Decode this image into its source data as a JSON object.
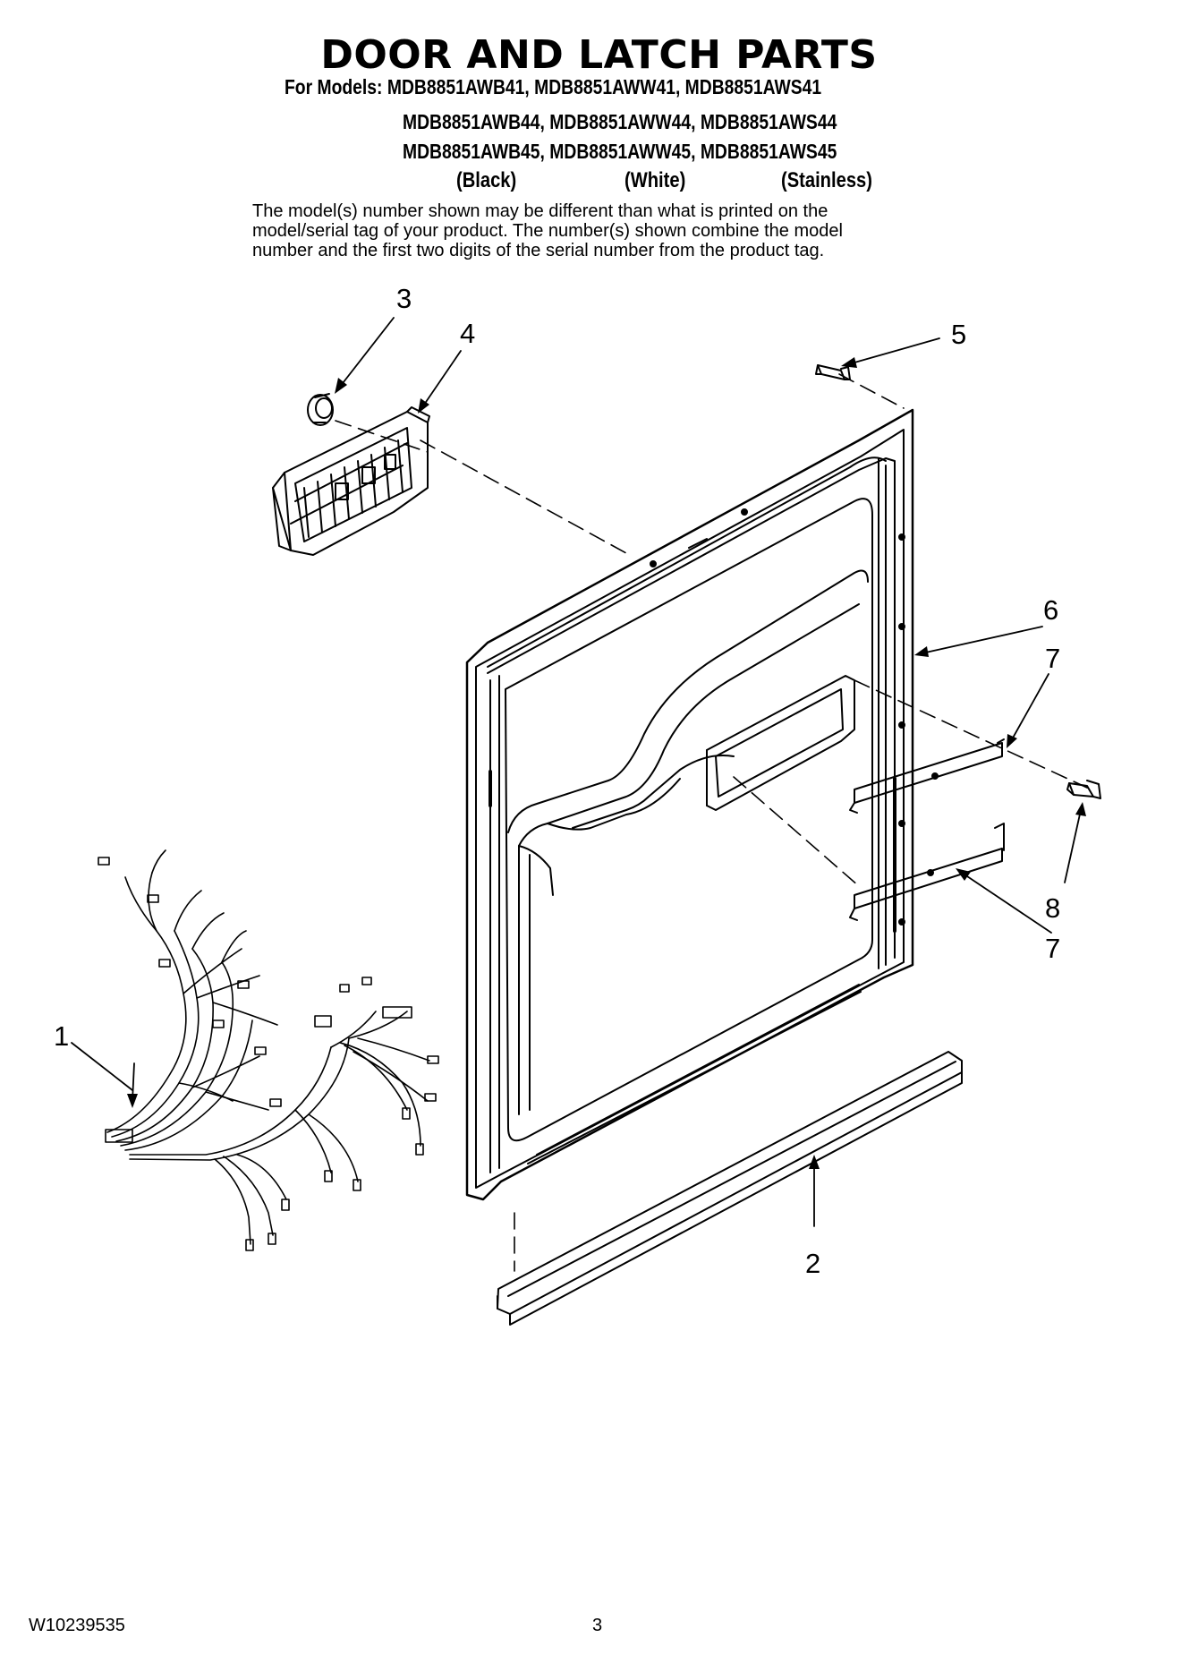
{
  "title": "DOOR AND LATCH PARTS",
  "models": {
    "line1": "For Models: MDB8851AWB41, MDB8851AWW41, MDB8851AWS41",
    "line2": "MDB8851AWB44, MDB8851AWW44, MDB8851AWS44",
    "line3": "MDB8851AWB45, MDB8851AWW45, MDB8851AWS45"
  },
  "colors": [
    "(Black)",
    "(White)",
    "(Stainless)"
  ],
  "note": [
    "The model(s) number shown may be different than what is printed on the",
    "model/serial tag of your product. The number(s) shown combine the model",
    "number and the first two digits of the serial number from the product tag."
  ],
  "callouts": [
    "3",
    "4",
    "5",
    "6",
    "7",
    "7",
    "8",
    "1",
    "2"
  ],
  "footer": {
    "doc_number": "W10239535",
    "page_number": "3"
  }
}
